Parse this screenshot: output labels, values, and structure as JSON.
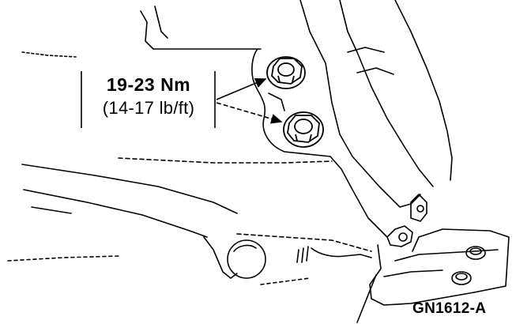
{
  "callout": {
    "torque_metric": "19-23 Nm",
    "torque_imperial": "(14-17 lb/ft)"
  },
  "figure_id": "GN1612-A"
}
